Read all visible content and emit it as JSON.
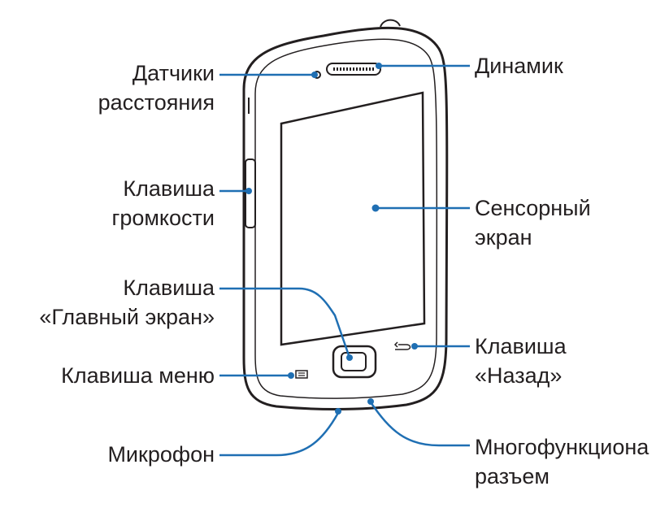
{
  "colors": {
    "leader_line": "#1f6fb3",
    "outline": "#231f20",
    "text": "#231f20"
  },
  "callouts": {
    "proximity_sensors": {
      "line1": "Датчики",
      "line2": "расстояния"
    },
    "volume_key": {
      "line1": "Клавиша",
      "line2": "громкости"
    },
    "home_key": {
      "line1": "Клавиша",
      "line2": "«Главный экран»"
    },
    "menu_key": {
      "line1": "Клавиша меню"
    },
    "microphone": {
      "line1": "Микрофон"
    },
    "speaker": {
      "line1": "Динамик"
    },
    "touch_screen": {
      "line1": "Сенсорный",
      "line2": "экран"
    },
    "back_key": {
      "line1": "Клавиша",
      "line2": "«Назад»"
    },
    "multifunction_jack": {
      "line1": "Многофункциона",
      "line2": "разъем"
    }
  }
}
